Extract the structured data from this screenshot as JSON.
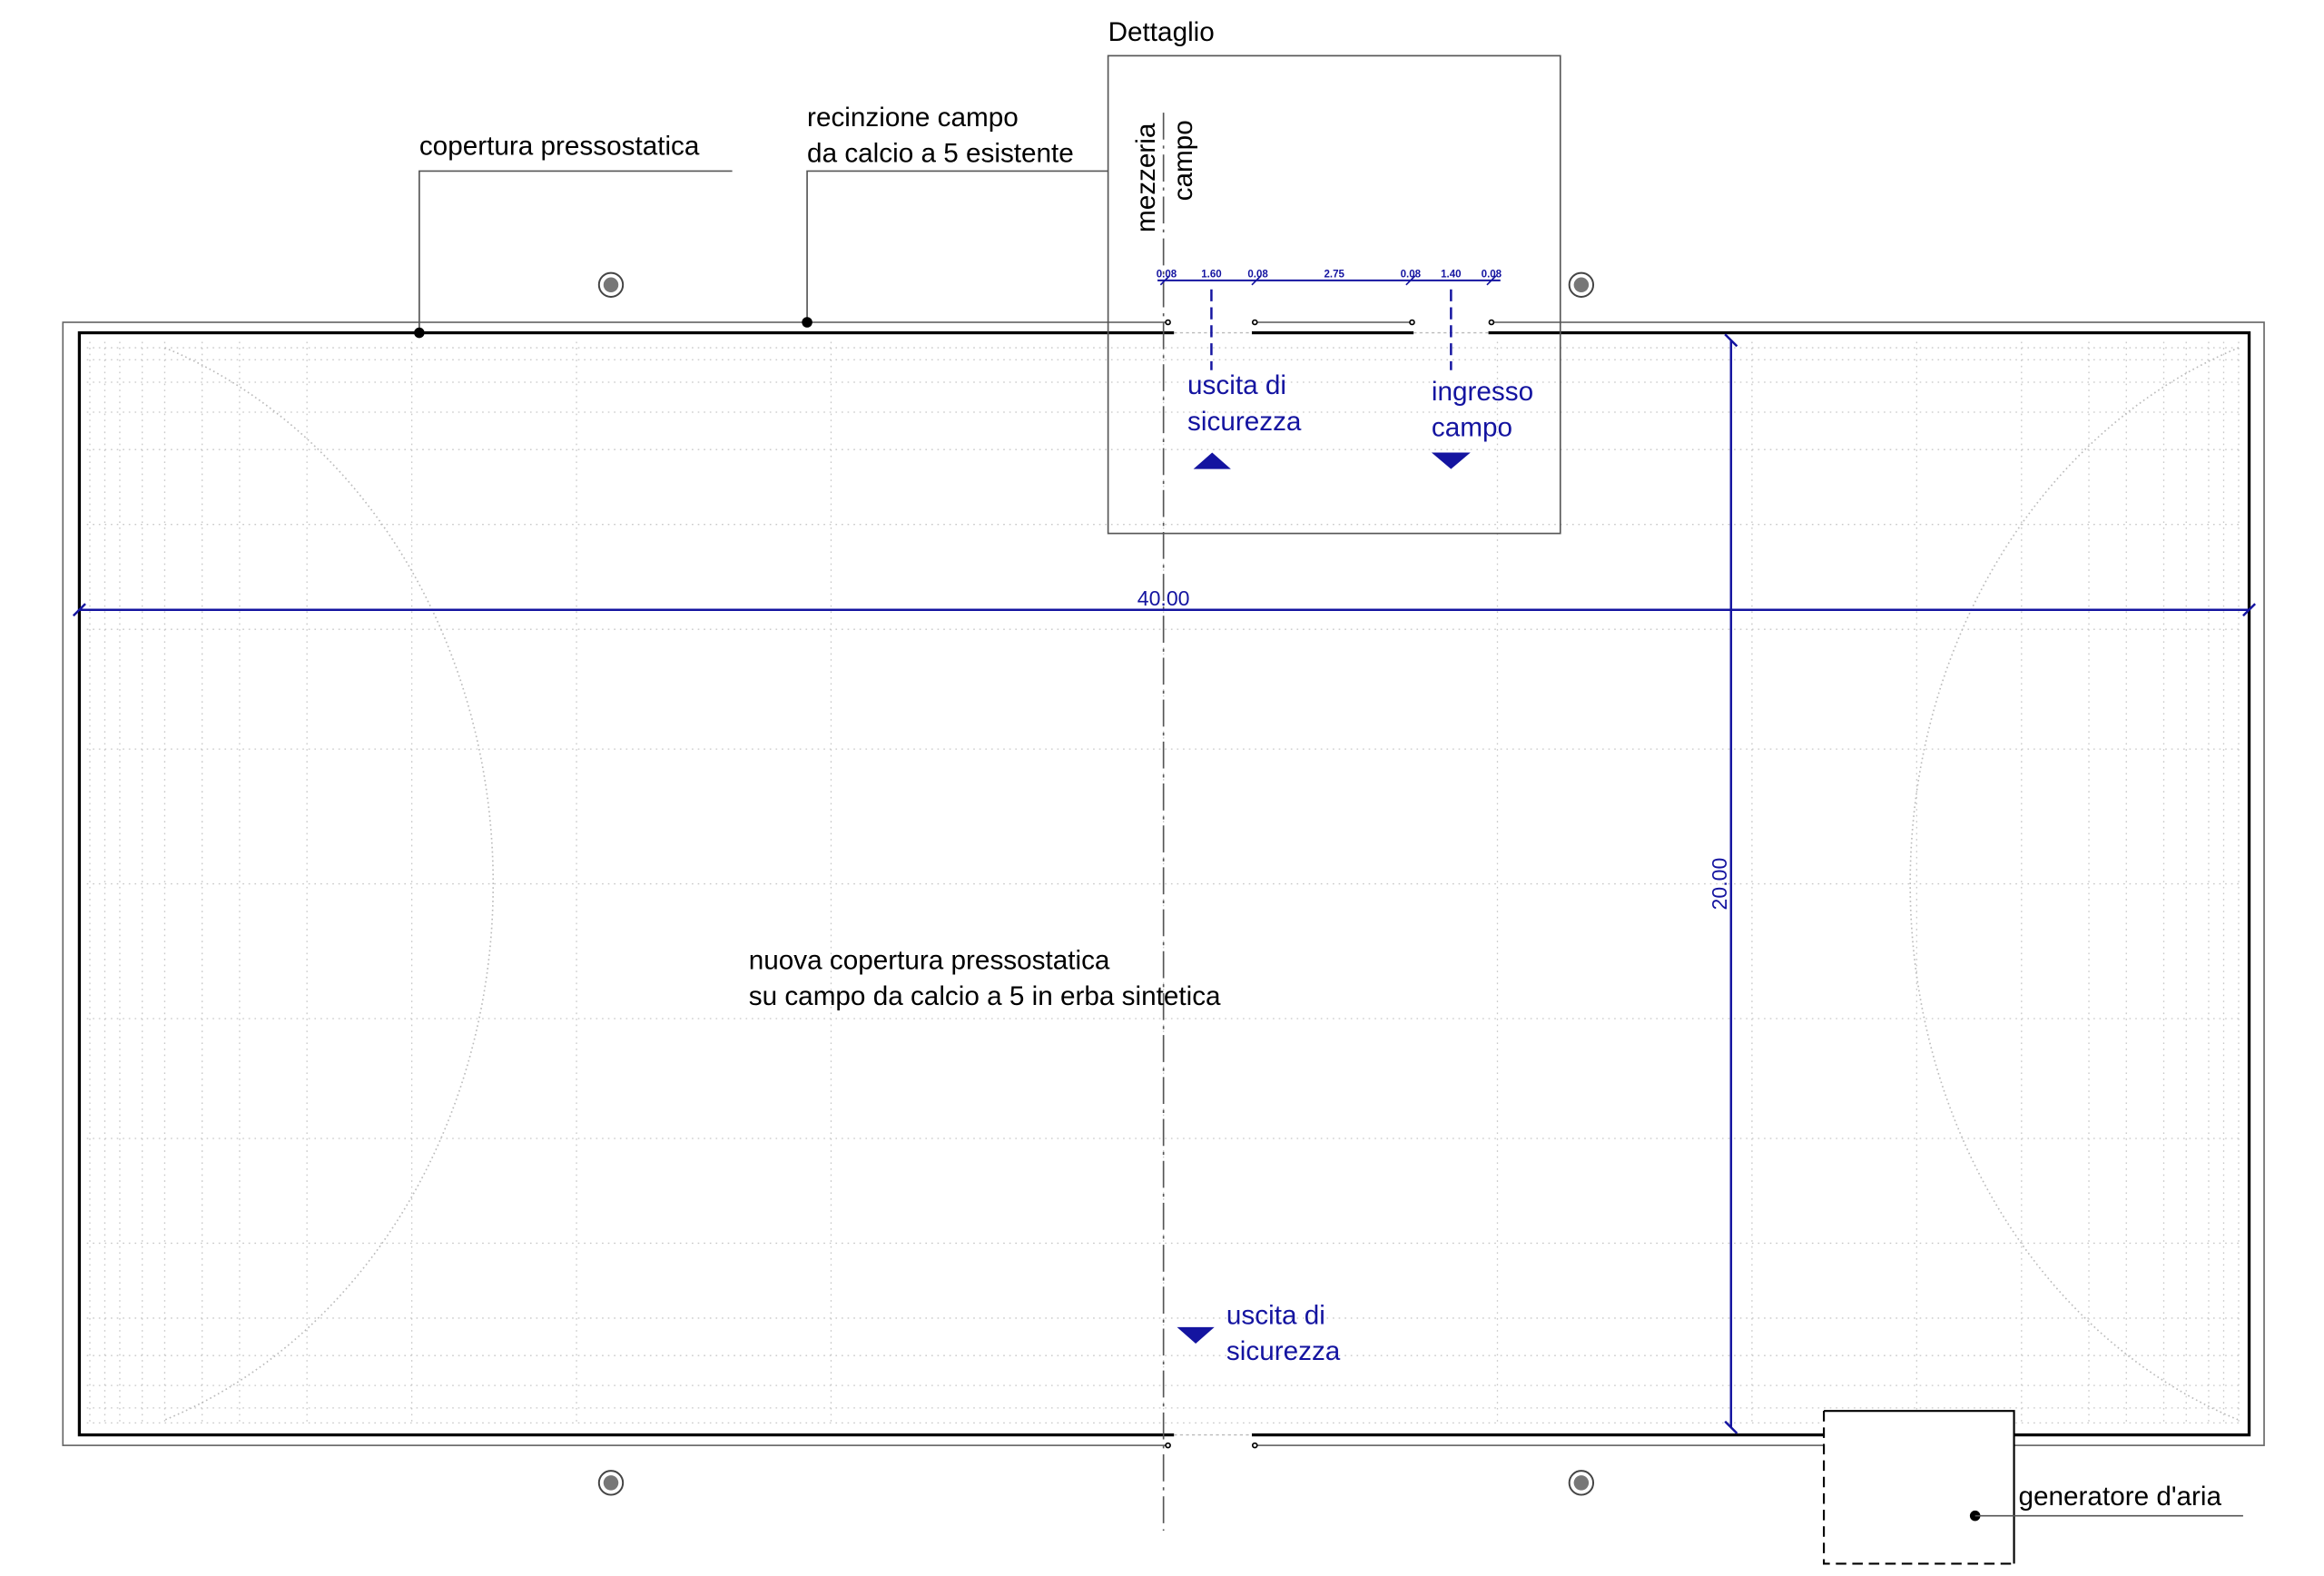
{
  "labels": {
    "detail_title": "Dettaglio",
    "centerline_1": "mezzeria",
    "centerline_2": "campo",
    "pressostatic_cover": "copertura pressostatica",
    "fence_1": "recinzione campo",
    "fence_2": "da calcio a 5 esistente",
    "main_1": "nuova copertura pressostatica",
    "main_2": "su campo da calcio a 5 in erba sintetica",
    "exit_top_1": "uscita di",
    "exit_top_2": "sicurezza",
    "entrance_1": "ingresso",
    "entrance_2": "campo",
    "exit_bottom_1": "uscita di",
    "exit_bottom_2": "sicurezza",
    "generator": "generatore d'aria"
  },
  "dimensions": {
    "length": "40.00",
    "width": "20.00",
    "detail": [
      "0.08",
      "1.60",
      "0.08",
      "2.75",
      "0.08",
      "1.40",
      "0.08"
    ]
  },
  "colors": {
    "dimension": "#1414a0",
    "outline": "#000000"
  }
}
